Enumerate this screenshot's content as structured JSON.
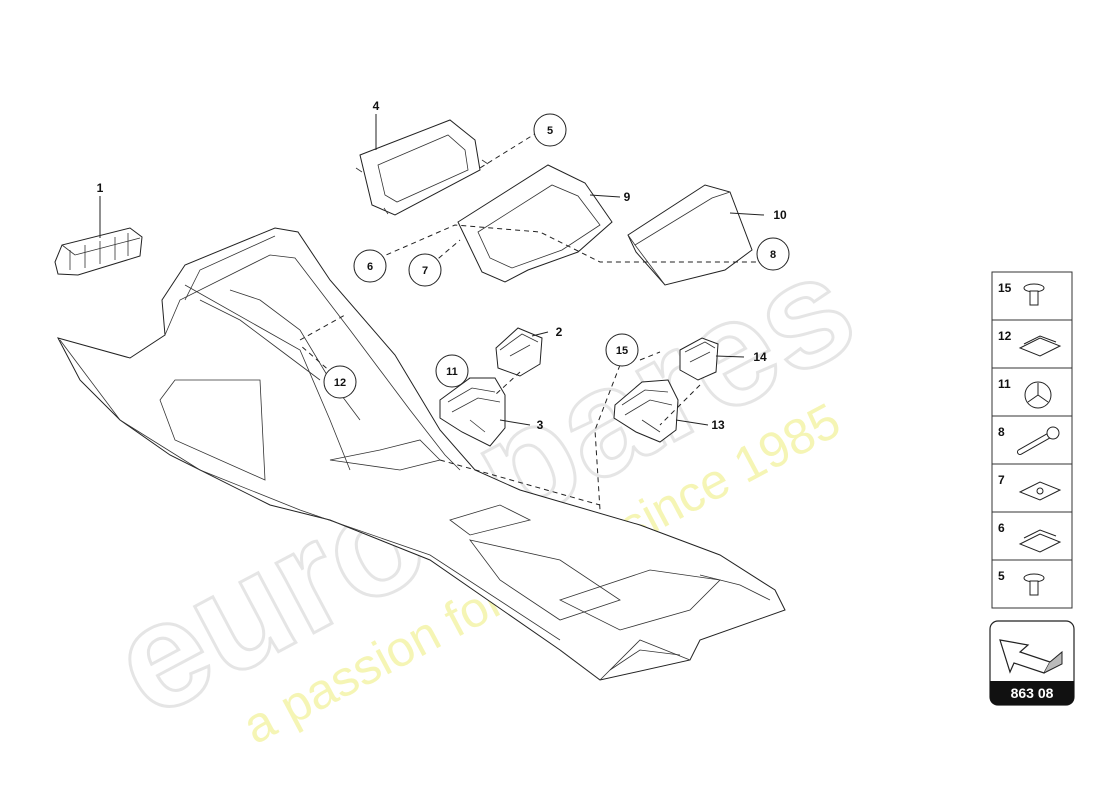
{
  "callouts": [
    {
      "id": "1",
      "text": "1"
    },
    {
      "id": "2",
      "text": "2"
    },
    {
      "id": "3",
      "text": "3"
    },
    {
      "id": "4",
      "text": "4"
    },
    {
      "id": "5",
      "text": "5"
    },
    {
      "id": "6",
      "text": "6"
    },
    {
      "id": "7",
      "text": "7"
    },
    {
      "id": "8",
      "text": "8"
    },
    {
      "id": "9",
      "text": "9"
    },
    {
      "id": "10",
      "text": "10"
    },
    {
      "id": "11",
      "text": "11"
    },
    {
      "id": "12",
      "text": "12"
    },
    {
      "id": "13",
      "text": "13"
    },
    {
      "id": "14",
      "text": "14"
    },
    {
      "id": "15",
      "text": "15"
    }
  ],
  "legend": {
    "items": [
      "15",
      "12",
      "11",
      "8",
      "7",
      "6",
      "5"
    ],
    "diagram_number": "863 08"
  },
  "watermark": {
    "brand": "eurospares",
    "tagline": "a passion for parts since 1985"
  }
}
